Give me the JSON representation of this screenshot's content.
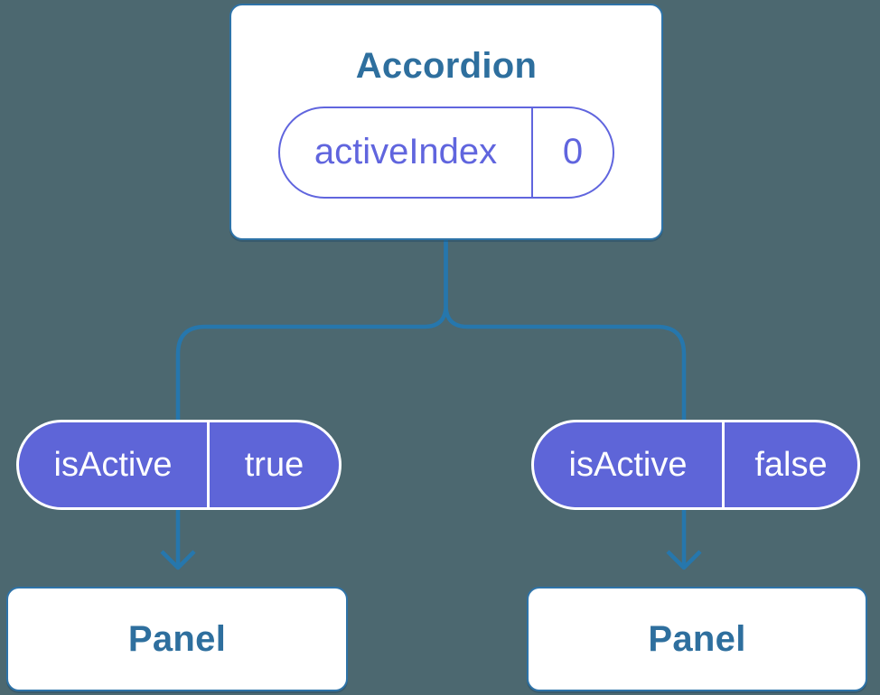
{
  "theme": {
    "bg": "#4c6870",
    "line": "#2677ad",
    "card_border": "#2e73a8",
    "card_bg": "#ffffff",
    "node_text": "#2e6f9e",
    "purple": "#6065de",
    "pill_fill": "#5e65d8",
    "pill_border": "#ffffff",
    "pill_text": "#ffffff"
  },
  "icons": {
    "arrow_down": "chevron-down-arrowhead"
  },
  "diagram": {
    "root": {
      "title": "Accordion",
      "state": {
        "name": "activeIndex",
        "value": "0"
      }
    },
    "children": [
      {
        "prop": {
          "name": "isActive",
          "value": "true"
        },
        "node": {
          "title": "Panel"
        }
      },
      {
        "prop": {
          "name": "isActive",
          "value": "false"
        },
        "node": {
          "title": "Panel"
        }
      }
    ]
  }
}
